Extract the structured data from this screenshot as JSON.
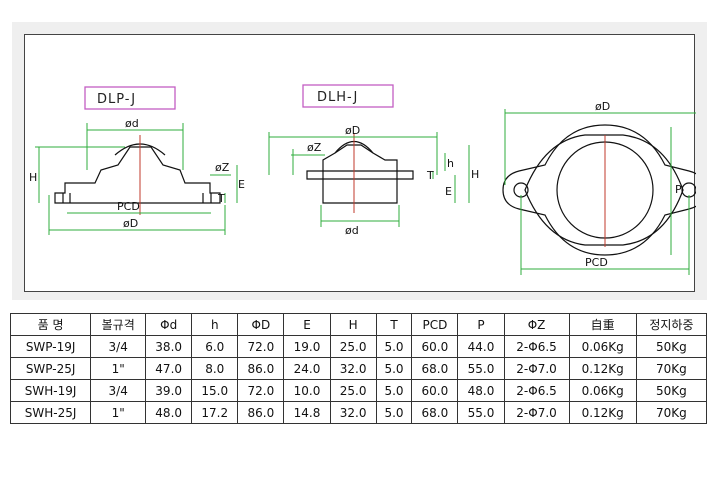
{
  "drawings": {
    "dlp": {
      "title": "DLP-J",
      "labels": {
        "d": "ød",
        "H": "H",
        "Z": "øZ",
        "T": "T",
        "E": "E",
        "PCD": "PCD",
        "D": "øD"
      }
    },
    "dlh": {
      "title": "DLH-J",
      "labels": {
        "D": "øD",
        "Z": "øZ",
        "T": "T",
        "h": "h",
        "E": "E",
        "H": "H",
        "d": "ød"
      }
    },
    "top": {
      "labels": {
        "D": "øD",
        "P": "P",
        "PCD": "PCD"
      }
    },
    "colors": {
      "dimension": "#2fae3c",
      "center": "#c0392b",
      "title_border": "#c25ec2"
    }
  },
  "table": {
    "headers": [
      "품 명",
      "볼규격",
      "Φd",
      "h",
      "ΦD",
      "E",
      "H",
      "T",
      "PCD",
      "P",
      "ΦZ",
      "自重",
      "정지하중"
    ],
    "rows": [
      [
        "SWP-19J",
        "3/4",
        "38.0",
        "6.0",
        "72.0",
        "19.0",
        "25.0",
        "5.0",
        "60.0",
        "44.0",
        "2-Φ6.5",
        "0.06Kg",
        "50Kg"
      ],
      [
        "SWP-25J",
        "1\"",
        "47.0",
        "8.0",
        "86.0",
        "24.0",
        "32.0",
        "5.0",
        "68.0",
        "55.0",
        "2-Φ7.0",
        "0.12Kg",
        "70Kg"
      ],
      [
        "SWH-19J",
        "3/4",
        "39.0",
        "15.0",
        "72.0",
        "10.0",
        "25.0",
        "5.0",
        "60.0",
        "48.0",
        "2-Φ6.5",
        "0.06Kg",
        "50Kg"
      ],
      [
        "SWH-25J",
        "1\"",
        "48.0",
        "17.2",
        "86.0",
        "14.8",
        "32.0",
        "5.0",
        "68.0",
        "55.0",
        "2-Φ7.0",
        "0.12Kg",
        "70Kg"
      ]
    ]
  }
}
